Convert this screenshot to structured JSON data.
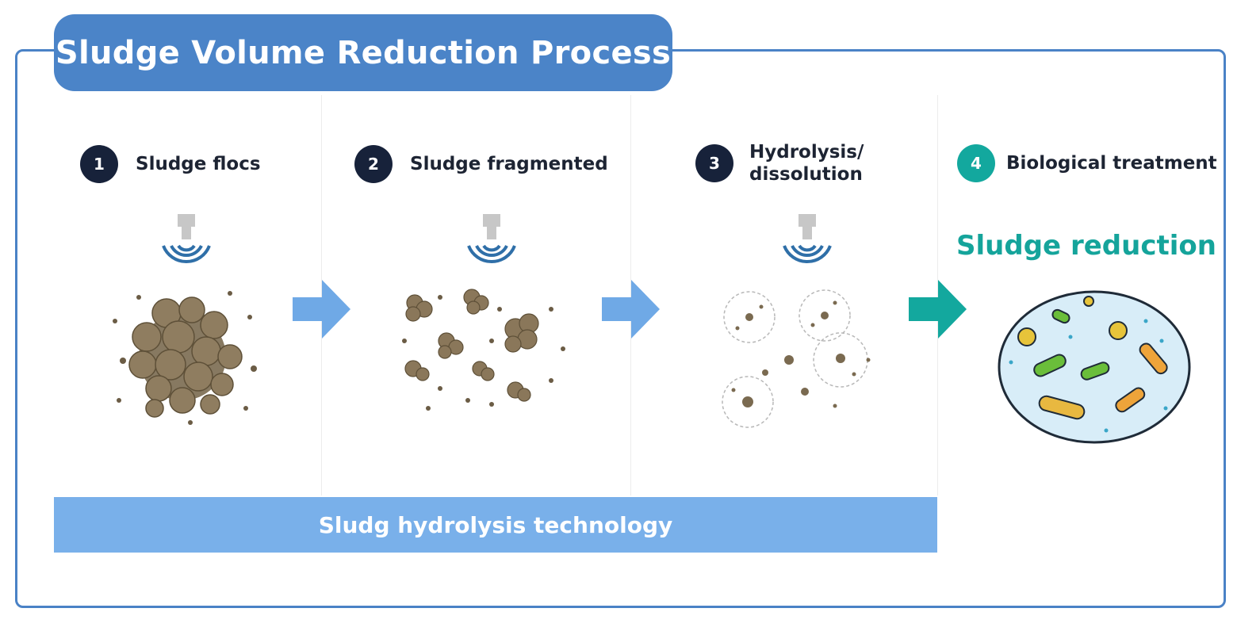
{
  "title": "Sludge Volume Reduction Process",
  "steps": [
    {
      "number": "1",
      "label": "Sludge flocs"
    },
    {
      "number": "2",
      "label": "Sludge fragmented"
    },
    {
      "number": "3",
      "label_line1": "Hydrolysis/",
      "label_line2": "dissolution"
    },
    {
      "number": "4",
      "label": "Biological treatment"
    }
  ],
  "reduction_label": "Sludge reduction",
  "bar_label": "Sludg hydrolysis technology",
  "colors": {
    "frame": "#4a82c6",
    "title_bg": "#4b84c8",
    "step_circle": "#17223a",
    "step_circle_final": "#13a89e",
    "arrow_blue": "#6fa9e6",
    "arrow_teal": "#13a89e",
    "bar_bg": "#79b0ea",
    "sludge": "#7a6a50",
    "waves": "#2f6fa8"
  },
  "icons": [
    "ultrasonic-emitter-icon",
    "sound-wave-icon",
    "arrow-right-icon"
  ]
}
